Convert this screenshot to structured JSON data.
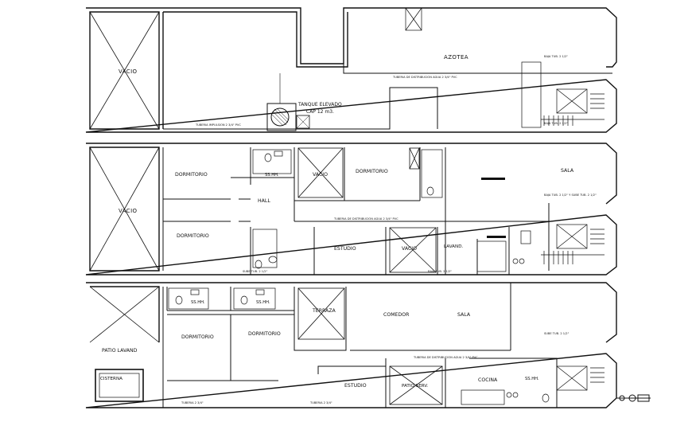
{
  "floors": {
    "roof": {
      "vacio": "VACIO",
      "azotea": "AZOTEA",
      "tanque": "TANQUE ELEVADO",
      "tanque_cap": "CAP 12 m3.",
      "notes": [
        "TUBERIA DE DISTRIBUCION AGUA  2 3/4\" PVC",
        "TUBERIA IMPULSION 2 3/4\" PVC",
        "BAJA TUB. 2 1/2\"",
        "BAJA TUB. 2 1/2\""
      ]
    },
    "middle": {
      "vacio_left": "VACIO",
      "dormitorio_1": "DORMITORIO",
      "dormitorio_2": "DORMITORIO",
      "ss_hh": "SS.HH.",
      "hall": "HALL",
      "vacio_center": "VACIO",
      "dormitorio_3": "DORMITORIO",
      "sala": "SALA",
      "estudio": "ESTUDIO",
      "vacio_small": "VACIO",
      "lavand": "LAVAND.",
      "notes": [
        "TUBERIA DE DISTRIBUCION AGUA  2 3/4\" PVC",
        "BAJA TUB. 2 1/2\" Y SUBE TUB. 2 1/2\"",
        "SUBE TUB. 2 1/2\"",
        "BAJA TUB. 2 1/2\""
      ]
    },
    "ground": {
      "patio_lavand": "PATIO LAVAND",
      "cisterna": "CISTERNA",
      "ss_hh_1": "SS.HH.",
      "ss_hh_2": "SS.HH.",
      "dormitorio_1": "DORMITORIO",
      "dormitorio_2": "DORMITORIO",
      "terraza": "TERRAZA",
      "comedor": "COMEDOR",
      "sala": "SALA",
      "estudio": "ESTUDIO",
      "patio_serv": "PATIO SERV.",
      "cocina": "COCINA",
      "ss_hh_3": "SS.HH.",
      "notes": [
        "TUBERIA DE DISTRIBUCION AGUA  2 3/4\" PVC",
        "TUBERIA 2 3/4\"",
        "TUBERIA 2 3/4\"",
        "SUBE TUB. 2 1/2\""
      ]
    }
  },
  "colors": {
    "line": "#111111",
    "background": "#ffffff"
  },
  "icons": [
    "north-arrow-icon",
    "stair-icon",
    "water-tank-icon"
  ]
}
